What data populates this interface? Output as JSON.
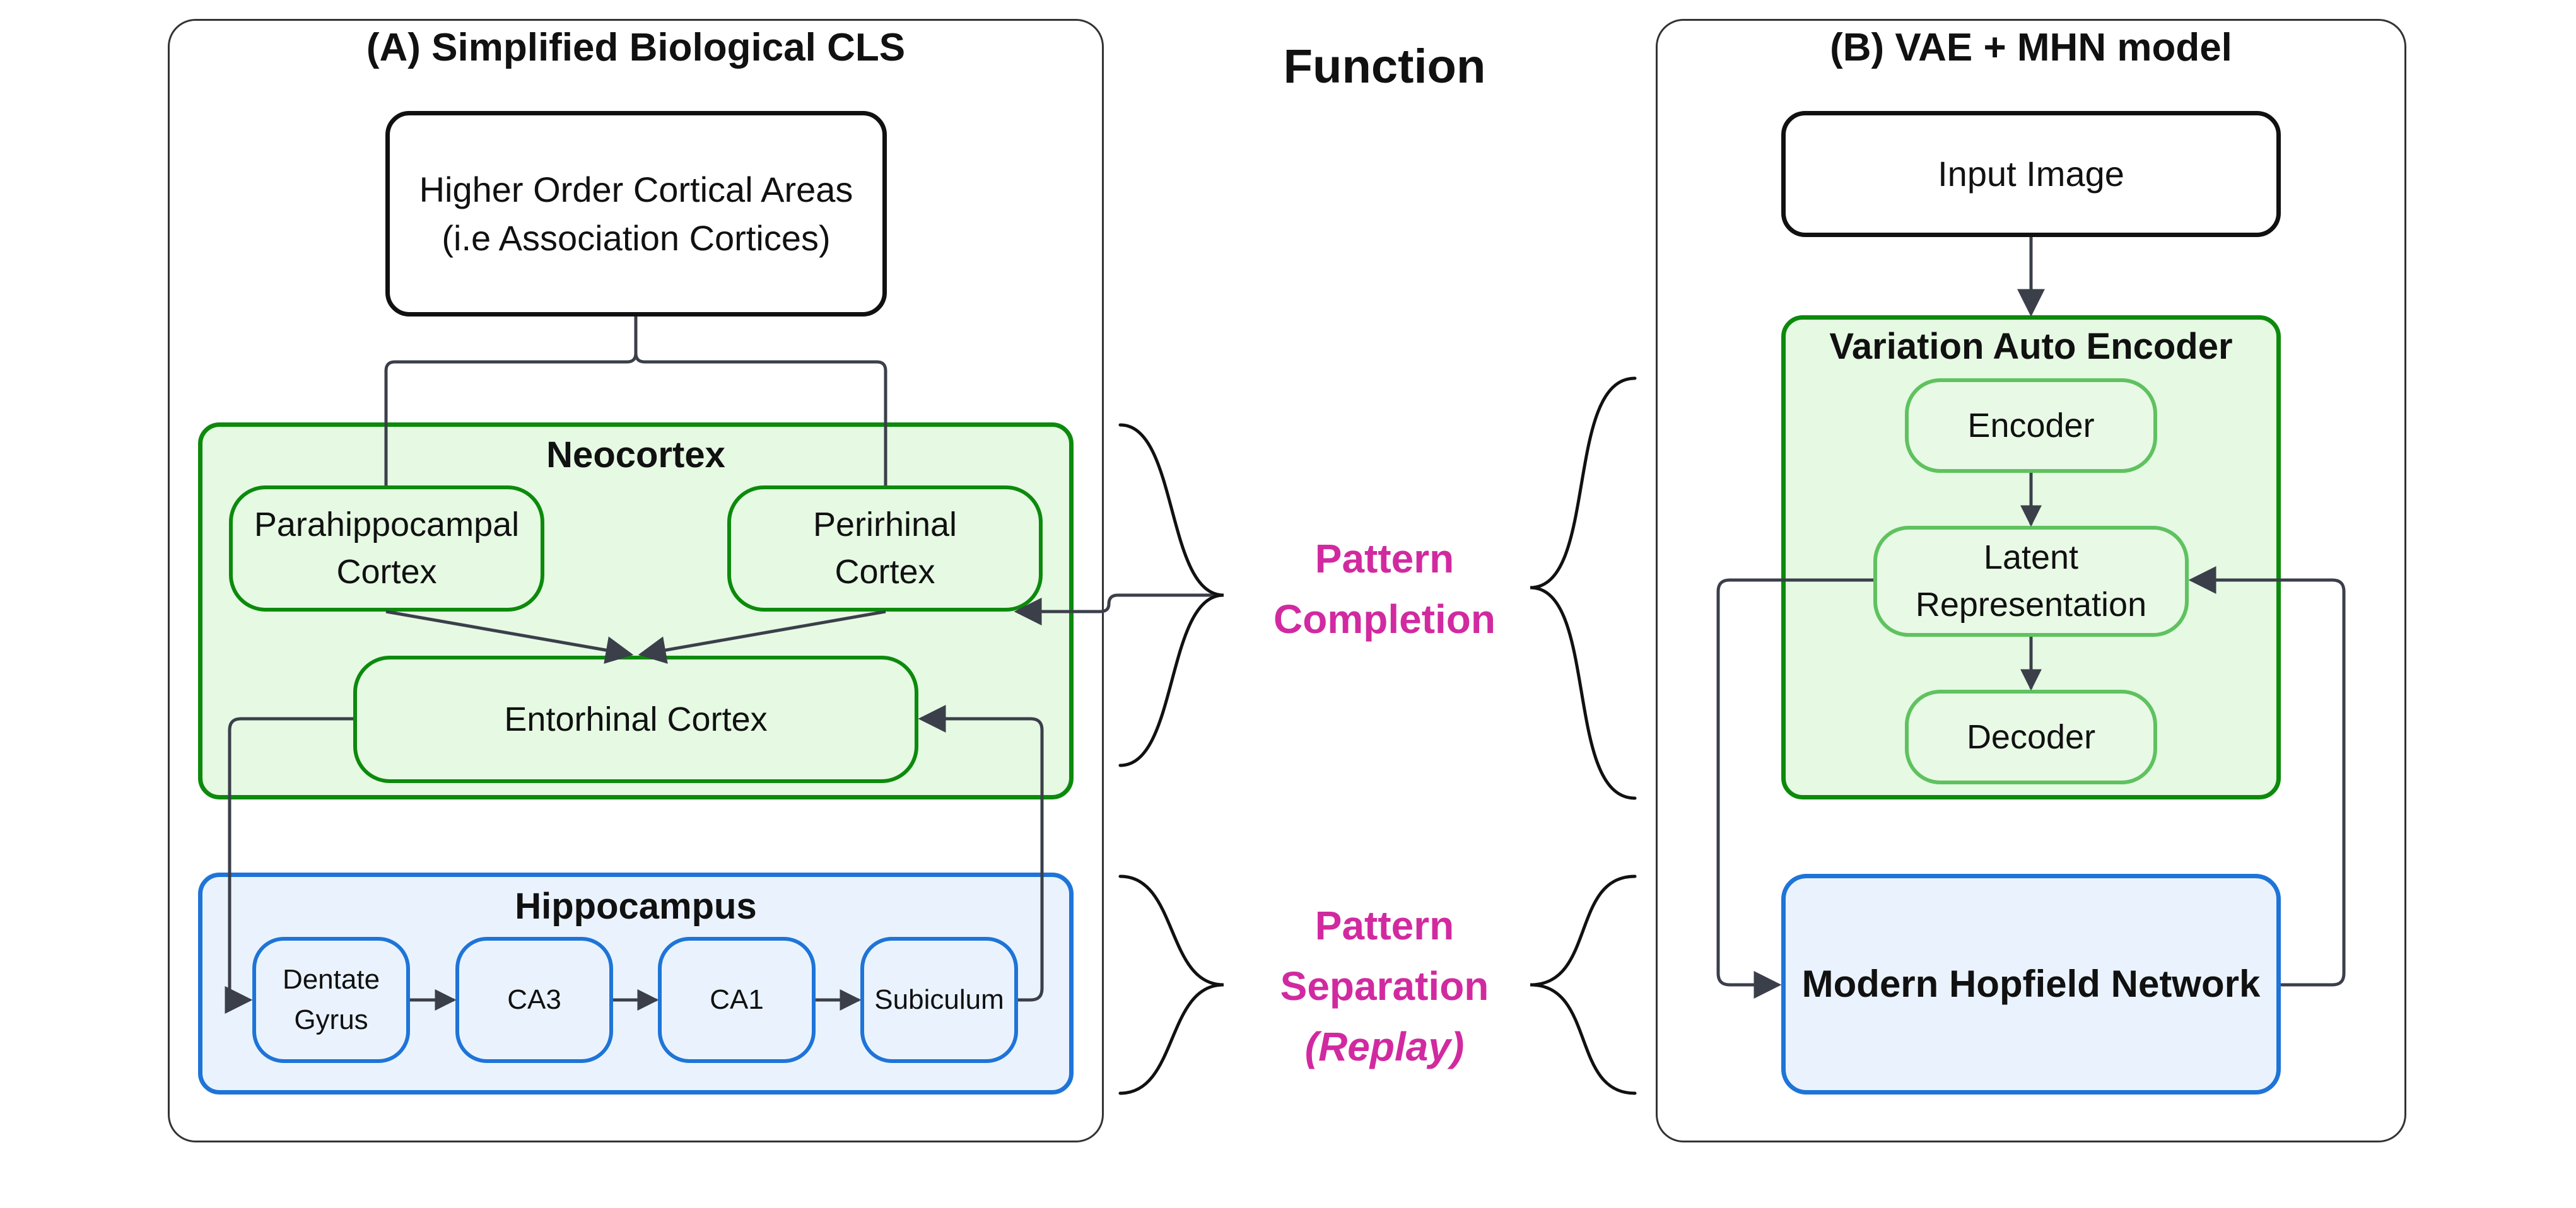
{
  "panel_a": {
    "title": "(A) Simplified Biological CLS",
    "higher_order": {
      "line1": "Higher Order Cortical Areas",
      "line2": "(i.e Association Cortices)"
    },
    "neocortex": {
      "title": "Neocortex",
      "parahippocampal": {
        "line1": "Parahippocampal",
        "line2": "Cortex"
      },
      "perirhinal": {
        "line1": "Perirhinal",
        "line2": "Cortex"
      },
      "entorhinal": "Entorhinal Cortex"
    },
    "hippocampus": {
      "title": "Hippocampus",
      "dentate": {
        "line1": "Dentate",
        "line2": "Gyrus"
      },
      "ca3": "CA3",
      "ca1": "CA1",
      "subiculum": "Subiculum"
    }
  },
  "function": {
    "title": "Function",
    "completion": {
      "line1": "Pattern",
      "line2": "Completion"
    },
    "separation": {
      "line1": "Pattern",
      "line2": "Separation",
      "line3": "(Replay)"
    }
  },
  "panel_b": {
    "title": "(B) VAE + MHN model",
    "input_image": "Input Image",
    "vae": {
      "title": "Variation Auto Encoder",
      "encoder": "Encoder",
      "latent": {
        "line1": "Latent",
        "line2": "Representation"
      },
      "decoder": "Decoder"
    },
    "mhn": "Modern Hopfield Network"
  },
  "colors": {
    "neocortex_border": "#0c8a0c",
    "neocortex_fill": "#e5f9e3",
    "hippocampus_border": "#1e74d8",
    "hippocampus_fill": "#eaf3fd",
    "function_text": "#d12aa0"
  }
}
